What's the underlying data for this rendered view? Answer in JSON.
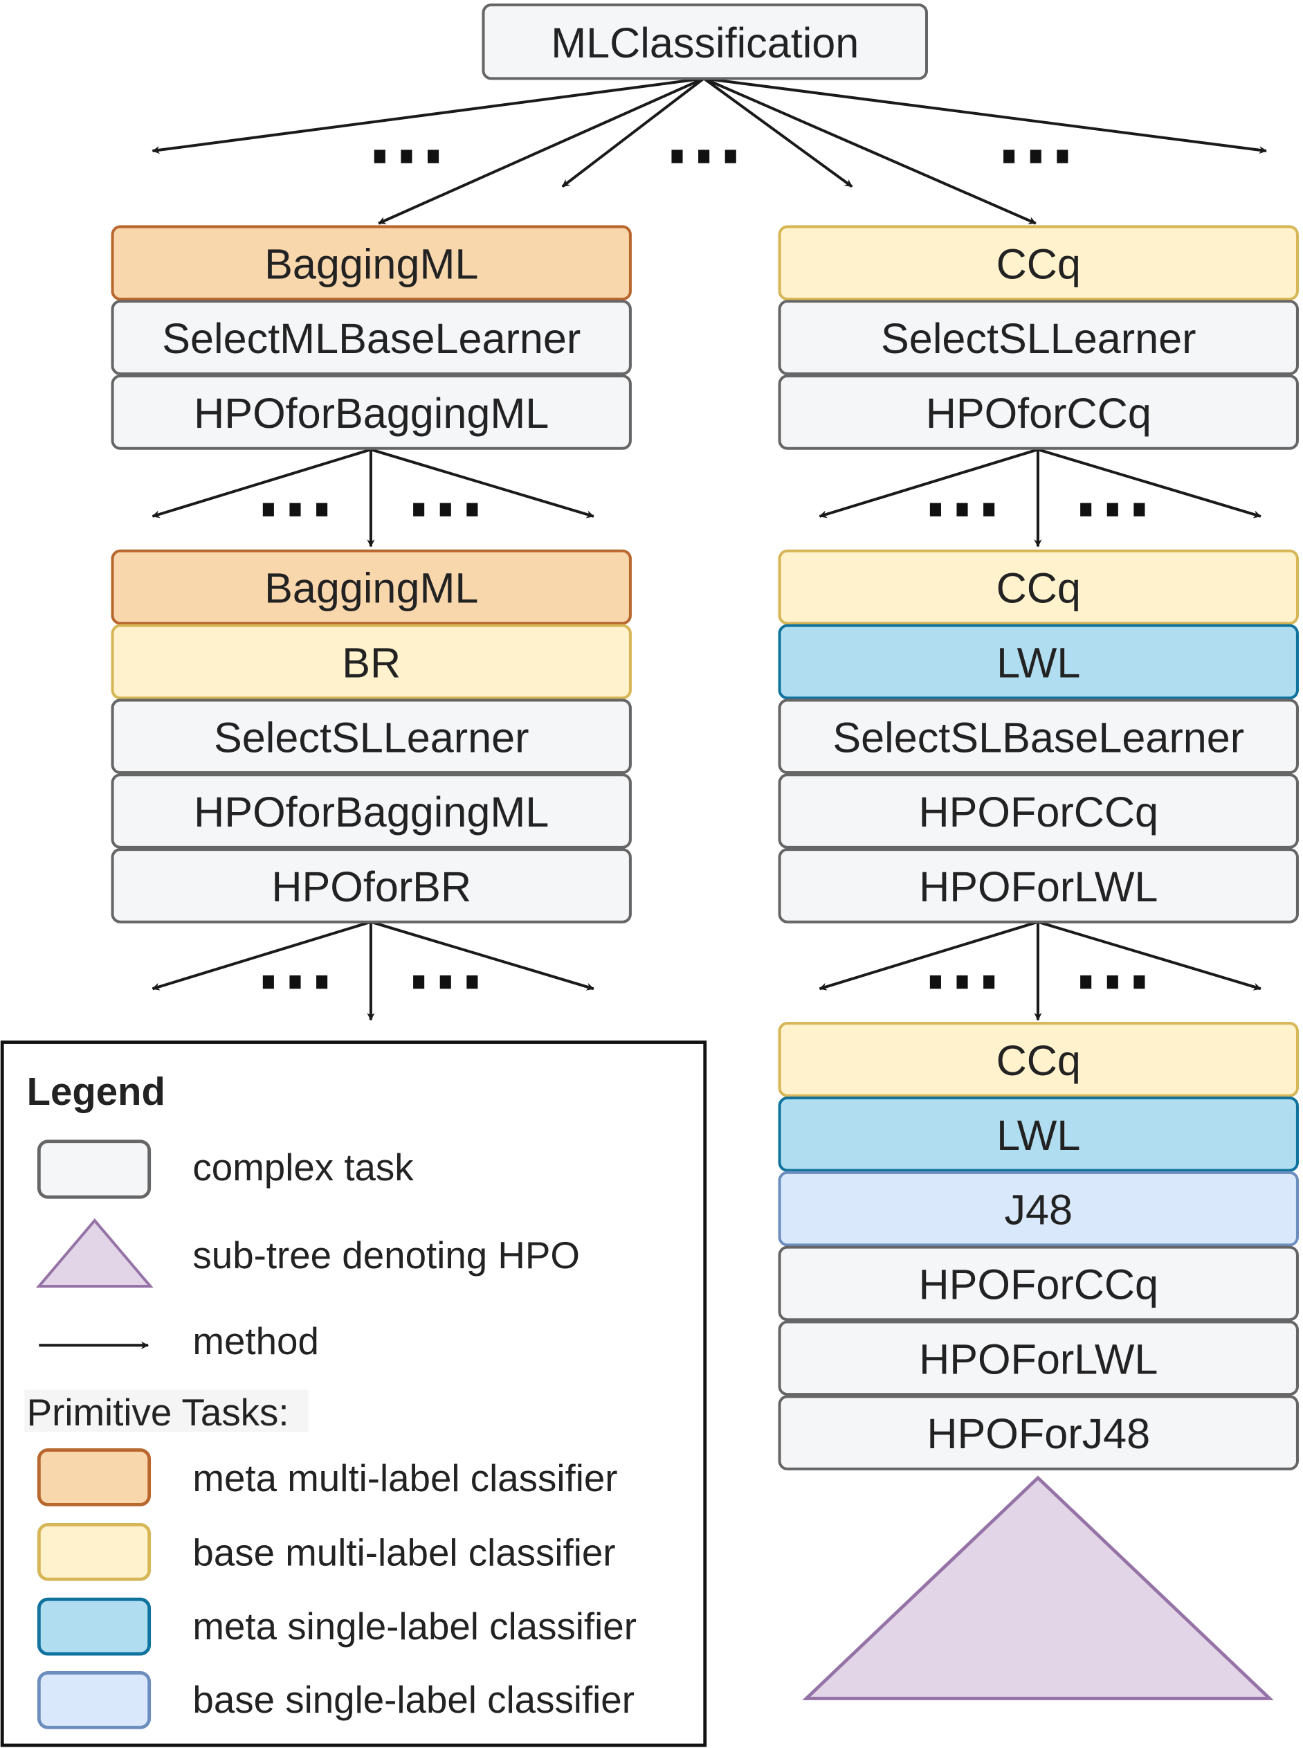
{
  "root": {
    "label": "MLClassification",
    "type": "complex"
  },
  "ellipsis": "...",
  "left_branch": {
    "level1": [
      {
        "label": "BaggingML",
        "type": "meta_ml"
      },
      {
        "label": "SelectMLBaseLearner",
        "type": "complex"
      },
      {
        "label": "HPOforBaggingML",
        "type": "complex"
      }
    ],
    "level2": [
      {
        "label": "BaggingML",
        "type": "meta_ml"
      },
      {
        "label": "BR",
        "type": "base_ml"
      },
      {
        "label": "SelectSLLearner",
        "type": "complex"
      },
      {
        "label": "HPOforBaggingML",
        "type": "complex"
      },
      {
        "label": "HPOforBR",
        "type": "complex"
      }
    ]
  },
  "right_branch": {
    "level1": [
      {
        "label": "CCq",
        "type": "base_ml"
      },
      {
        "label": "SelectSLLearner",
        "type": "complex"
      },
      {
        "label": "HPOforCCq",
        "type": "complex"
      }
    ],
    "level2": [
      {
        "label": "CCq",
        "type": "base_ml"
      },
      {
        "label": "LWL",
        "type": "meta_sl"
      },
      {
        "label": "SelectSLBaseLearner",
        "type": "complex"
      },
      {
        "label": "HPOForCCq",
        "type": "complex"
      },
      {
        "label": "HPOForLWL",
        "type": "complex"
      }
    ],
    "level3": [
      {
        "label": "CCq",
        "type": "base_ml"
      },
      {
        "label": "LWL",
        "type": "meta_sl"
      },
      {
        "label": "J48",
        "type": "base_sl"
      },
      {
        "label": "HPOForCCq",
        "type": "complex"
      },
      {
        "label": "HPOForLWL",
        "type": "complex"
      },
      {
        "label": "HPOForJ48",
        "type": "complex"
      }
    ]
  },
  "legend": {
    "title": "Legend",
    "complex_task": "complex task",
    "hpo_subtree": "sub-tree denoting HPO",
    "method": "method",
    "primitive_header": "Primitive Tasks:",
    "meta_ml": "meta multi-label classifier",
    "base_ml": "base multi-label classifier",
    "meta_sl": "meta single-label classifier",
    "base_sl": "base single-label classifier"
  },
  "colors": {
    "complex": {
      "fill": "#f5f6f8",
      "stroke": "#666666"
    },
    "meta_ml": {
      "fill": "#f9d7ad",
      "stroke": "#b8672e"
    },
    "base_ml": {
      "fill": "#fff2cc",
      "stroke": "#d6b656"
    },
    "meta_sl": {
      "fill": "#b1ddf0",
      "stroke": "#10739e"
    },
    "base_sl": {
      "fill": "#dae8fc",
      "stroke": "#6c8ebf"
    },
    "hpo": {
      "fill": "#e1d5e7",
      "stroke": "#9673a6"
    },
    "arrow": "#1a1a1a"
  }
}
